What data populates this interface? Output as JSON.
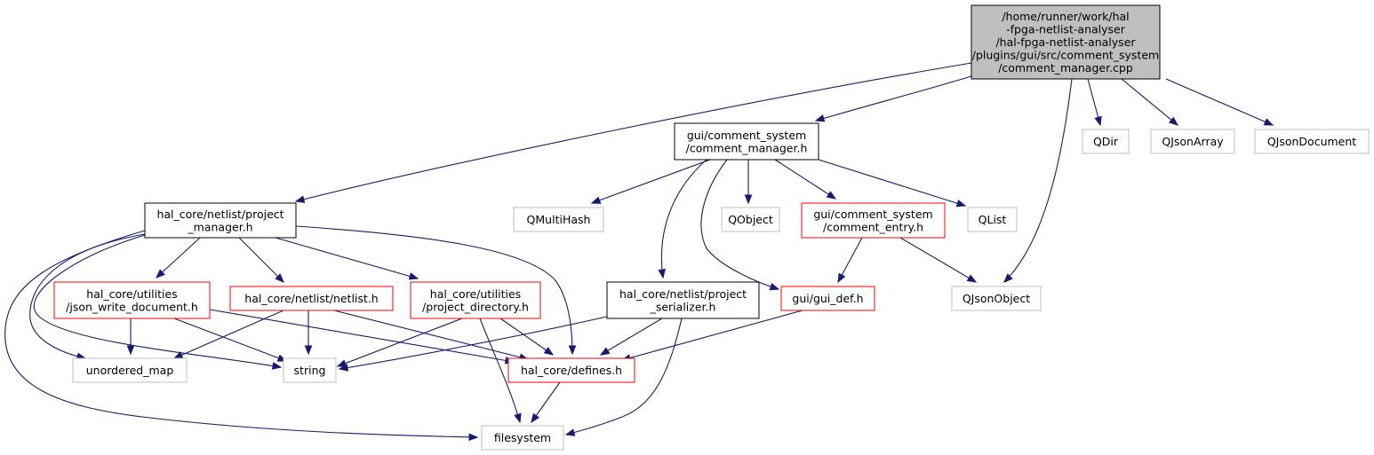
{
  "colors": {
    "edge": "#191970",
    "focus_fill": "#bfbfbf",
    "focus_border": "#000000",
    "documented_border": "#000000",
    "red_border": "#ff0000",
    "gray_border": "#bfbfbf"
  },
  "nodes": {
    "root": {
      "lines": [
        "/home/runner/work/hal",
        "-fpga-netlist-analyser",
        "/hal-fpga-netlist-analyser",
        "/plugins/gui/src/comment_system",
        "/comment_manager.cpp"
      ],
      "style": "focus"
    },
    "comment_manager_h": {
      "lines": [
        "gui/comment_system",
        "/comment_manager.h"
      ],
      "style": "documented"
    },
    "qdir": {
      "lines": [
        "QDir"
      ],
      "style": "gray"
    },
    "qjsonarray": {
      "lines": [
        "QJsonArray"
      ],
      "style": "gray"
    },
    "qjsondocument": {
      "lines": [
        "QJsonDocument"
      ],
      "style": "gray"
    },
    "project_manager_h": {
      "lines": [
        "hal_core/netlist/project",
        "_manager.h"
      ],
      "style": "documented"
    },
    "qmultihash": {
      "lines": [
        "QMultiHash"
      ],
      "style": "gray"
    },
    "qobject": {
      "lines": [
        "QObject"
      ],
      "style": "gray"
    },
    "comment_entry_h": {
      "lines": [
        "gui/comment_system",
        "/comment_entry.h"
      ],
      "style": "red"
    },
    "qlist": {
      "lines": [
        "QList"
      ],
      "style": "gray"
    },
    "json_write_document_h": {
      "lines": [
        "hal_core/utilities",
        "/json_write_document.h"
      ],
      "style": "red"
    },
    "netlist_h": {
      "lines": [
        "hal_core/netlist/netlist.h"
      ],
      "style": "red"
    },
    "project_directory_h": {
      "lines": [
        "hal_core/utilities",
        "/project_directory.h"
      ],
      "style": "red"
    },
    "project_serializer_h": {
      "lines": [
        "hal_core/netlist/project",
        "_serializer.h"
      ],
      "style": "documented"
    },
    "gui_def_h": {
      "lines": [
        "gui/gui_def.h"
      ],
      "style": "red"
    },
    "qjsonobject": {
      "lines": [
        "QJsonObject"
      ],
      "style": "gray"
    },
    "unordered_map": {
      "lines": [
        "unordered_map"
      ],
      "style": "gray"
    },
    "string": {
      "lines": [
        "string"
      ],
      "style": "gray"
    },
    "defines_h": {
      "lines": [
        "hal_core/defines.h"
      ],
      "style": "red"
    },
    "filesystem": {
      "lines": [
        "filesystem"
      ],
      "style": "gray"
    }
  },
  "edges": [
    {
      "from": "root",
      "to": "comment_manager_h"
    },
    {
      "from": "root",
      "to": "project_manager_h"
    },
    {
      "from": "root",
      "to": "qdir"
    },
    {
      "from": "root",
      "to": "qjsonarray"
    },
    {
      "from": "root",
      "to": "qjsondocument"
    },
    {
      "from": "root",
      "to": "qjsonobject"
    },
    {
      "from": "comment_manager_h",
      "to": "qmultihash"
    },
    {
      "from": "comment_manager_h",
      "to": "qobject"
    },
    {
      "from": "comment_manager_h",
      "to": "comment_entry_h"
    },
    {
      "from": "comment_manager_h",
      "to": "qlist"
    },
    {
      "from": "comment_manager_h",
      "to": "project_serializer_h"
    },
    {
      "from": "comment_manager_h",
      "to": "gui_def_h"
    },
    {
      "from": "project_manager_h",
      "to": "json_write_document_h"
    },
    {
      "from": "project_manager_h",
      "to": "netlist_h"
    },
    {
      "from": "project_manager_h",
      "to": "project_directory_h"
    },
    {
      "from": "project_manager_h",
      "to": "defines_h"
    },
    {
      "from": "project_manager_h",
      "to": "unordered_map"
    },
    {
      "from": "project_manager_h",
      "to": "string"
    },
    {
      "from": "project_manager_h",
      "to": "filesystem"
    },
    {
      "from": "comment_entry_h",
      "to": "gui_def_h"
    },
    {
      "from": "comment_entry_h",
      "to": "qjsonobject"
    },
    {
      "from": "json_write_document_h",
      "to": "unordered_map"
    },
    {
      "from": "json_write_document_h",
      "to": "string"
    },
    {
      "from": "json_write_document_h",
      "to": "defines_h"
    },
    {
      "from": "netlist_h",
      "to": "unordered_map"
    },
    {
      "from": "netlist_h",
      "to": "string"
    },
    {
      "from": "netlist_h",
      "to": "defines_h"
    },
    {
      "from": "project_directory_h",
      "to": "string"
    },
    {
      "from": "project_directory_h",
      "to": "defines_h"
    },
    {
      "from": "project_directory_h",
      "to": "filesystem"
    },
    {
      "from": "project_serializer_h",
      "to": "string"
    },
    {
      "from": "project_serializer_h",
      "to": "defines_h"
    },
    {
      "from": "project_serializer_h",
      "to": "filesystem"
    },
    {
      "from": "gui_def_h",
      "to": "defines_h"
    },
    {
      "from": "defines_h",
      "to": "filesystem"
    }
  ]
}
